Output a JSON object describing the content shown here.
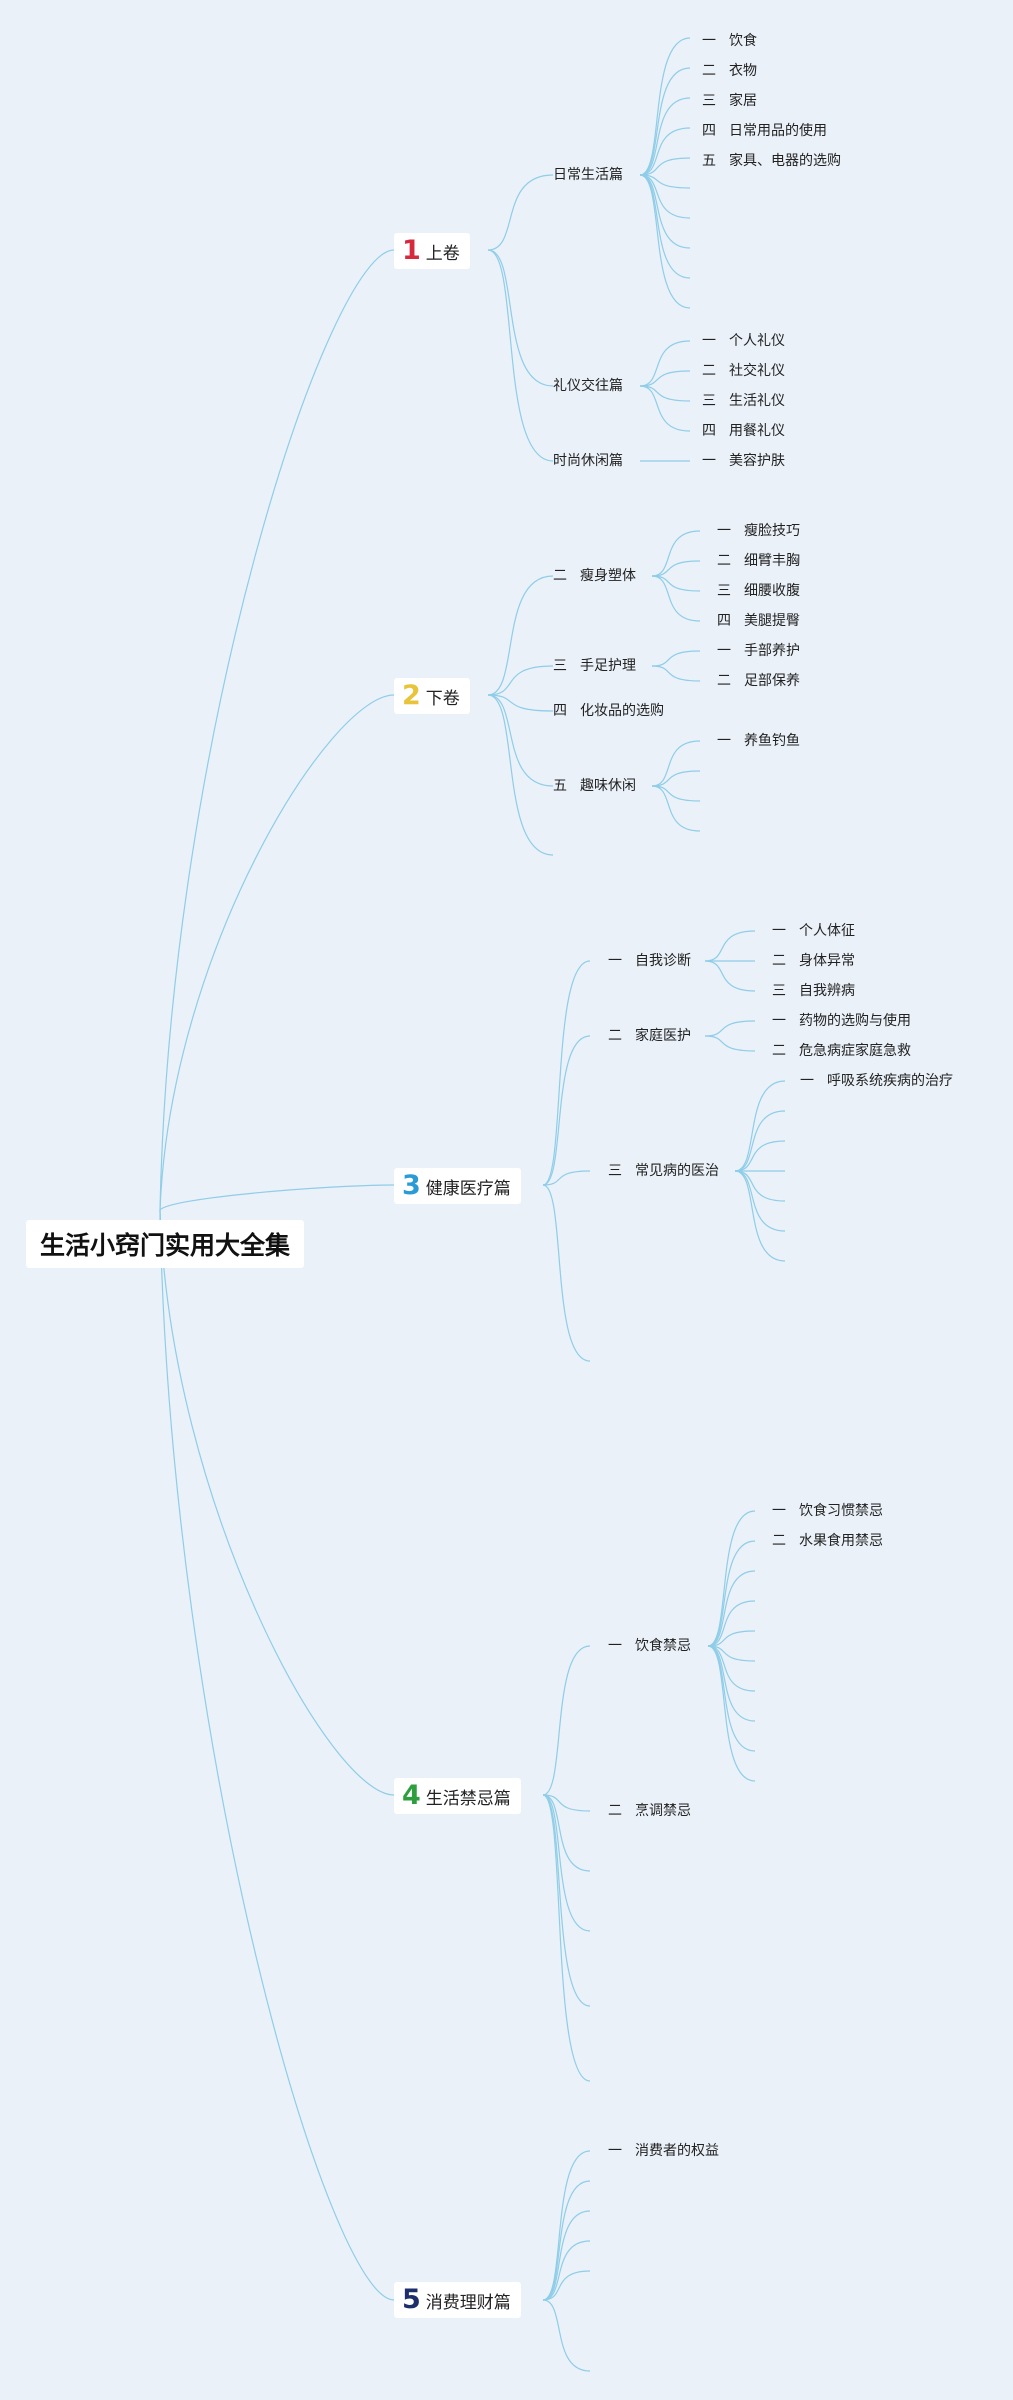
{
  "root": {
    "label": "生活小窍门实用大全集"
  },
  "colors": {
    "background": "#eaf1f9",
    "line": "#8fcde8",
    "vol1": "#d6293e",
    "vol2": "#e8c43a",
    "vol3": "#2a9bd4",
    "vol4": "#2e9e3e",
    "vol5": "#1c2f6b"
  },
  "volumes": [
    {
      "num": "1",
      "label": "上卷",
      "color": "#d6293e",
      "sections": [
        {
          "ordinal": "",
          "label": "日常生活篇",
          "items": [
            {
              "ordinal": "一",
              "label": "饮食"
            },
            {
              "ordinal": "二",
              "label": "衣物"
            },
            {
              "ordinal": "三",
              "label": "家居"
            },
            {
              "ordinal": "四",
              "label": "日常用品的使用"
            },
            {
              "ordinal": "五",
              "label": "家具、电器的选购"
            }
          ]
        },
        {
          "ordinal": "",
          "label": "礼仪交往篇",
          "items": [
            {
              "ordinal": "一",
              "label": "个人礼仪"
            },
            {
              "ordinal": "二",
              "label": "社交礼仪"
            },
            {
              "ordinal": "三",
              "label": "生活礼仪"
            },
            {
              "ordinal": "四",
              "label": "用餐礼仪"
            }
          ]
        },
        {
          "ordinal": "",
          "label": "时尚休闲篇",
          "items": [
            {
              "ordinal": "一",
              "label": "美容护肤"
            }
          ]
        }
      ]
    },
    {
      "num": "2",
      "label": "下卷",
      "color": "#e8c43a",
      "sections": [
        {
          "ordinal": "二",
          "label": "瘦身塑体",
          "items": [
            {
              "ordinal": "一",
              "label": "瘦脸技巧"
            },
            {
              "ordinal": "二",
              "label": "细臂丰胸"
            },
            {
              "ordinal": "三",
              "label": "细腰收腹"
            },
            {
              "ordinal": "四",
              "label": "美腿提臀"
            }
          ]
        },
        {
          "ordinal": "三",
          "label": "手足护理",
          "items": [
            {
              "ordinal": "一",
              "label": "手部养护"
            },
            {
              "ordinal": "二",
              "label": "足部保养"
            }
          ]
        },
        {
          "ordinal": "四",
          "label": "化妆品的选购",
          "items": []
        },
        {
          "ordinal": "五",
          "label": "趣味休闲",
          "items": [
            {
              "ordinal": "一",
              "label": "养鱼钓鱼"
            }
          ]
        }
      ]
    },
    {
      "num": "3",
      "label": "健康医疗篇",
      "color": "#2a9bd4",
      "sections": [
        {
          "ordinal": "一",
          "label": "自我诊断",
          "items": [
            {
              "ordinal": "一",
              "label": "个人体征"
            },
            {
              "ordinal": "二",
              "label": "身体异常"
            },
            {
              "ordinal": "三",
              "label": "自我辨病"
            }
          ]
        },
        {
          "ordinal": "二",
          "label": "家庭医护",
          "items": [
            {
              "ordinal": "一",
              "label": "药物的选购与使用"
            },
            {
              "ordinal": "二",
              "label": "危急病症家庭急救"
            }
          ]
        },
        {
          "ordinal": "三",
          "label": "常见病的医治",
          "items": [
            {
              "ordinal": "一",
              "label": "呼吸系统疾病的治疗"
            }
          ]
        }
      ]
    },
    {
      "num": "4",
      "label": "生活禁忌篇",
      "color": "#2e9e3e",
      "sections": [
        {
          "ordinal": "一",
          "label": "饮食禁忌",
          "items": [
            {
              "ordinal": "一",
              "label": "饮食习惯禁忌"
            },
            {
              "ordinal": "二",
              "label": "水果食用禁忌"
            }
          ]
        },
        {
          "ordinal": "二",
          "label": "烹调禁忌",
          "items": []
        }
      ]
    },
    {
      "num": "5",
      "label": "消费理财篇",
      "color": "#1c2f6b",
      "sections": [
        {
          "ordinal": "一",
          "label": "消费者的权益",
          "items": []
        }
      ]
    }
  ]
}
